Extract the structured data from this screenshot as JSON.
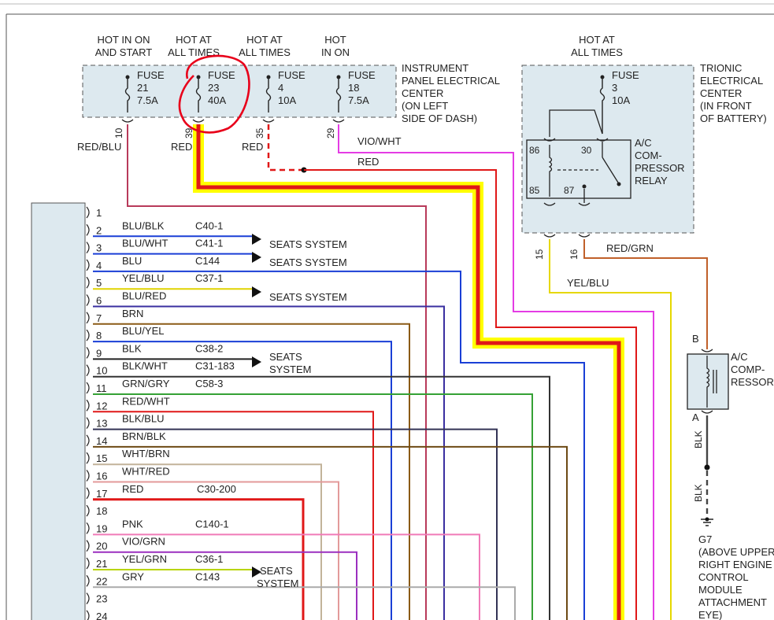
{
  "header": {
    "hot_run_start": [
      "HOT IN ON",
      "AND START"
    ],
    "hot_all_times_1": [
      "HOT AT",
      "ALL TIMES"
    ],
    "hot_all_times_2": [
      "HOT AT",
      "ALL TIMES"
    ],
    "hot_on": [
      "HOT",
      "IN ON"
    ],
    "hot_all_times_3": [
      "HOT AT",
      "ALL TIMES"
    ]
  },
  "ipec": {
    "label": [
      "INSTRUMENT",
      "PANEL ELECTRICAL",
      "CENTER",
      "(ON LEFT",
      "SIDE OF DASH)"
    ],
    "fuses": [
      {
        "word": "FUSE",
        "number": "21",
        "amps": "7.5A",
        "pin": "10",
        "wire": "RED/BLU"
      },
      {
        "word": "FUSE",
        "number": "23",
        "amps": "40A",
        "pin": "39",
        "wire": "RED"
      },
      {
        "word": "FUSE",
        "number": "4",
        "amps": "10A",
        "pin": "35",
        "wire": "RED"
      },
      {
        "word": "FUSE",
        "number": "18",
        "amps": "7.5A",
        "pin": "29",
        "wire": "VIO/WHT"
      }
    ],
    "red_dashed_label": "RED"
  },
  "tec": {
    "label": [
      "TRIONIC",
      "ELECTRICAL",
      "CENTER",
      "(IN FRONT",
      "OF BATTERY)"
    ],
    "fuse": {
      "word": "FUSE",
      "number": "3",
      "amps": "10A"
    },
    "relay": {
      "name": [
        "A/C",
        "COM-",
        "PRESSOR",
        "RELAY"
      ],
      "pins": [
        "86",
        "30",
        "85",
        "87"
      ]
    },
    "pin15": "15",
    "pin16": "16",
    "yel_blu_label": "YEL/BLU",
    "red_grn_label": "RED/GRN"
  },
  "compressor": {
    "pin_b": "B",
    "pin_a": "A",
    "label": [
      "A/C",
      "COMP-",
      "RESSOR"
    ],
    "blk_1": "BLK",
    "blk_2": "BLK"
  },
  "ground": {
    "name": "G7",
    "location": [
      "(ABOVE UPPER",
      "RIGHT ENGINE",
      "CONTROL",
      "MODULE",
      "ATTACHMENT",
      "EYE)"
    ]
  },
  "seats_label": "SEATS SYSTEM",
  "seats_label_split": [
    "SEATS",
    "SYSTEM"
  ],
  "connector_pins": [
    {
      "pin": "1",
      "color": "",
      "conn": "",
      "wire_hex": ""
    },
    {
      "pin": "2",
      "color": "BLU/BLK",
      "conn": "C40-1",
      "wire_hex": "#1a3fd6"
    },
    {
      "pin": "3",
      "color": "BLU/WHT",
      "conn": "C41-1",
      "wire_hex": "#1a3fd6"
    },
    {
      "pin": "4",
      "color": "BLU",
      "conn": "C144",
      "wire_hex": "#1a3fd6"
    },
    {
      "pin": "5",
      "color": "YEL/BLU",
      "conn": "C37-1",
      "wire_hex": "#e0d400"
    },
    {
      "pin": "6",
      "color": "BLU/RED",
      "conn": "",
      "wire_hex": "#3a2fa0"
    },
    {
      "pin": "7",
      "color": "BRN",
      "conn": "",
      "wire_hex": "#8b5a16"
    },
    {
      "pin": "8",
      "color": "BLU/YEL",
      "conn": "",
      "wire_hex": "#1a3fd6"
    },
    {
      "pin": "9",
      "color": "BLK",
      "conn": "C38-2",
      "wire_hex": "#222222"
    },
    {
      "pin": "10",
      "color": "BLK/WHT",
      "conn": "C31-183",
      "wire_hex": "#333333"
    },
    {
      "pin": "11",
      "color": "GRN/GRY",
      "conn": "C58-3",
      "wire_hex": "#35a135"
    },
    {
      "pin": "12",
      "color": "RED/WHT",
      "conn": "",
      "wire_hex": "#e01818"
    },
    {
      "pin": "13",
      "color": "BLK/BLU",
      "conn": "",
      "wire_hex": "#333355"
    },
    {
      "pin": "14",
      "color": "BRN/BLK",
      "conn": "",
      "wire_hex": "#6d4a14"
    },
    {
      "pin": "15",
      "color": "WHT/BRN",
      "conn": "",
      "wire_hex": "#c2b39a"
    },
    {
      "pin": "16",
      "color": "WHT/RED",
      "conn": "",
      "wire_hex": "#e39a9a"
    },
    {
      "pin": "17",
      "color": "RED",
      "conn": "C30-200",
      "wire_hex": "#e01818"
    },
    {
      "pin": "18",
      "color": "",
      "conn": "",
      "wire_hex": ""
    },
    {
      "pin": "19",
      "color": "PNK",
      "conn": "C140-1",
      "wire_hex": "#f07ab8"
    },
    {
      "pin": "20",
      "color": "VIO/GRN",
      "conn": "",
      "wire_hex": "#9b2fbf"
    },
    {
      "pin": "21",
      "color": "YEL/GRN",
      "conn": "C36-1",
      "wire_hex": "#b8d400"
    },
    {
      "pin": "22",
      "color": "GRY",
      "conn": "C143",
      "wire_hex": "#aaaaaa"
    },
    {
      "pin": "23",
      "color": "",
      "conn": "",
      "wire_hex": ""
    },
    {
      "pin": "24",
      "color": "",
      "conn": "",
      "wire_hex": ""
    }
  ]
}
